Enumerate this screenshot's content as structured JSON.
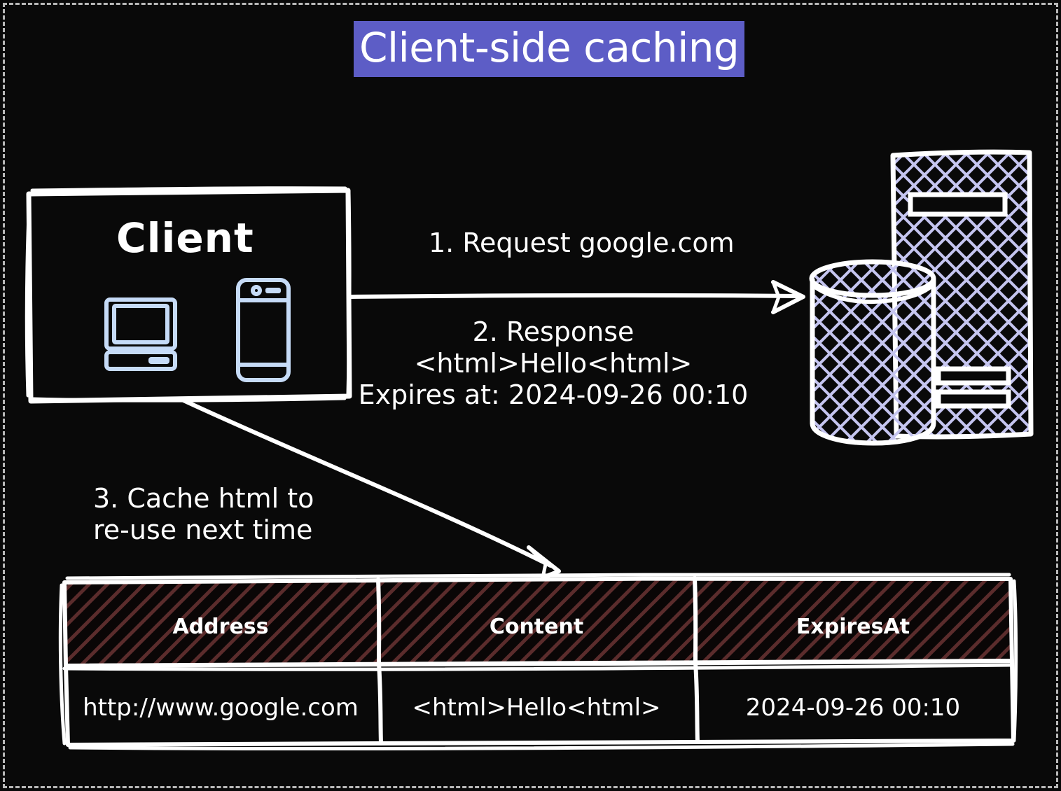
{
  "title": "Client-side caching",
  "colors": {
    "background": "#090909",
    "title_highlight": "#5d5dc6",
    "stroke": "#ffffff",
    "device_icon": "#c6dbf7",
    "server_hatch": "#c5c5f0",
    "table_header_hatch": "#4f2727",
    "canvas_frame": "#b9b9b9"
  },
  "client": {
    "label": "Client",
    "icons": [
      "desktop-computer-icon",
      "smartphone-icon"
    ]
  },
  "server": {
    "icons": [
      "server-tower-icon",
      "database-cylinder-icon"
    ]
  },
  "steps": {
    "step1": "1. Request google.com",
    "step2_line1": "2. Response",
    "step2_line2": "<html>Hello<html>",
    "step2_line3": "Expires at: 2024-09-26 00:10",
    "step3_line1": "3. Cache html to",
    "step3_line2": "re-use next time"
  },
  "cache_table": {
    "headers": [
      "Address",
      "Content",
      "ExpiresAt"
    ],
    "rows": [
      [
        "http://www.google.com",
        "<html>Hello<html>",
        "2024-09-26 00:10"
      ]
    ]
  }
}
